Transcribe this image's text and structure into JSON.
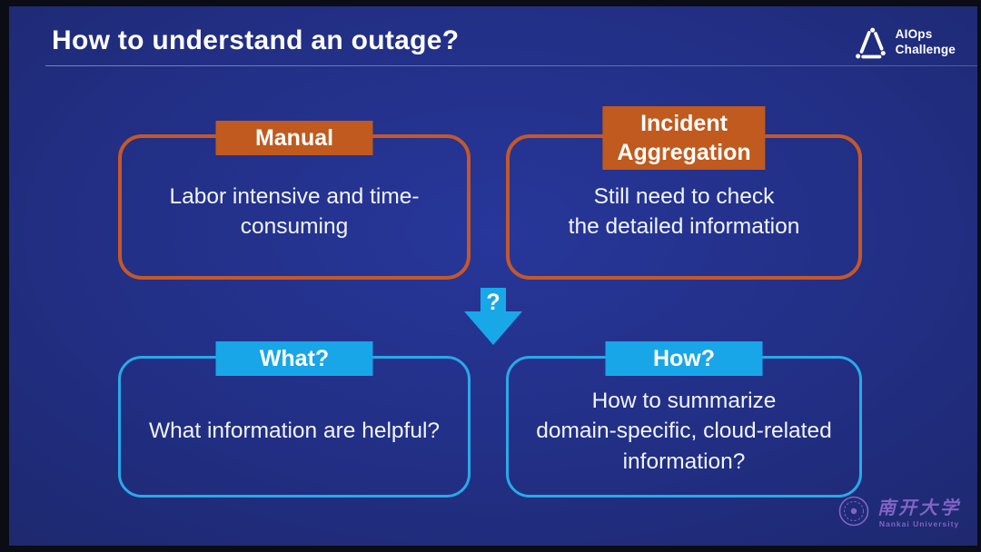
{
  "header": {
    "title": "How to understand an outage?",
    "logo": {
      "line1": "AIOps",
      "line2": "Challenge"
    }
  },
  "boxes": {
    "manual": {
      "header": "Manual",
      "body": "Labor intensive and time-\nconsuming"
    },
    "incident": {
      "header": "Incident\nAggregation",
      "body": "Still need to check\nthe detailed information"
    },
    "what": {
      "header": "What?",
      "body": "What information are helpful?"
    },
    "how": {
      "header": "How?",
      "body": "How to summarize\ndomain-specific, cloud-related\ninformation?"
    }
  },
  "arrow": {
    "label": "?"
  },
  "footer": {
    "university_chinese": "南开大学",
    "university_english": "Nankai University"
  },
  "colors": {
    "slide_background": "#212E82",
    "orange_accent": "#C05A1E",
    "blue_accent": "#18A6E8",
    "title_text": "#FDFDFE",
    "body_text": "#F1F4FC",
    "nankai_purple": "#8F6CD0"
  }
}
